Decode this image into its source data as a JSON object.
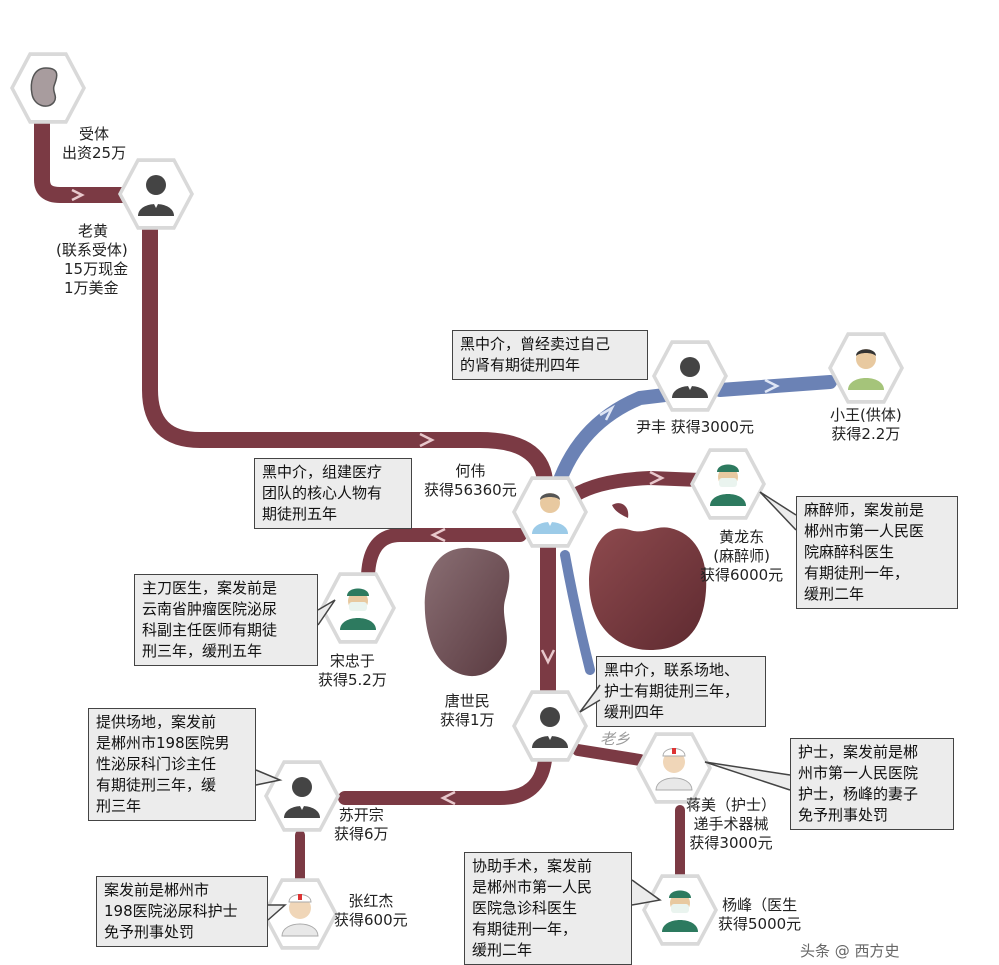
{
  "colors": {
    "organ_path": "#7b3a44",
    "money_path": "#6b82b5",
    "box_bg": "#ececec",
    "border": "#444444"
  },
  "nodes": [
    {
      "id": "kidney-node",
      "icon": "kidney-icon",
      "lines": [
        "受体",
        "出资25万"
      ]
    },
    {
      "id": "lao-huang",
      "icon": "man-silhouette-icon",
      "lines": [
        "老黄",
        "(联系受体)",
        "15万现金",
        "1万美金"
      ]
    },
    {
      "id": "yin-feng",
      "icon": "man-silhouette-icon",
      "lines": [
        "尹丰 获得3000元"
      ]
    },
    {
      "id": "xiao-wang",
      "icon": "man-green-icon",
      "lines": [
        "小王(供体)",
        "获得2.2万"
      ]
    },
    {
      "id": "he-wei",
      "icon": "man-blue-icon",
      "lines": [
        "何伟",
        "获得56360元"
      ]
    },
    {
      "id": "huang-longdong",
      "icon": "surgeon-icon",
      "lines": [
        "黄龙东",
        "(麻醉师)",
        "获得6000元"
      ]
    },
    {
      "id": "song-zhongyu",
      "icon": "surgeon-icon",
      "lines": [
        "宋忠于",
        "获得5.2万"
      ]
    },
    {
      "id": "tang-shimin",
      "icon": "man-silhouette-icon",
      "lines": [
        "唐世民",
        "获得1万"
      ]
    },
    {
      "id": "su-kaizong",
      "icon": "man-silhouette-icon",
      "lines": [
        "苏开宗",
        "获得6万"
      ]
    },
    {
      "id": "nurse-mei",
      "icon": "nurse-icon",
      "lines": [
        "蒋美（护士）",
        "递手术器械",
        "获得3000元"
      ]
    },
    {
      "id": "zhang-hongjie",
      "icon": "nurse-icon",
      "lines": [
        "张红杰",
        "获得600元"
      ]
    },
    {
      "id": "yang-feng",
      "icon": "surgeon-icon",
      "lines": [
        "杨峰（医生",
        "获得5000元"
      ]
    }
  ],
  "notes": {
    "yin_feng": [
      "黑中介，曾经卖过自己",
      "的肾有期徒刑四年"
    ],
    "he_wei": [
      "黑中介，组建医疗",
      "团队的核心人物有",
      "期徒刑五年"
    ],
    "huang_longdong": [
      "麻醉师，案发前是",
      "郴州市第一人民医",
      "院麻醉科医生",
      "有期徒刑一年，",
      "缓刑二年"
    ],
    "song_zhongyu": [
      "主刀医生，案发前是",
      "云南省肿瘤医院泌尿",
      "科副主任医师有期徒",
      "刑三年，缓刑五年"
    ],
    "tang_shimin": [
      "黑中介，联系场地、",
      "护士有期徒刑三年，",
      "缓刑四年"
    ],
    "su_kaizong": [
      "提供场地，案发前",
      "是郴州市198医院男",
      "性泌尿科门诊主任",
      "有期徒刑三年，缓",
      "刑三年"
    ],
    "nurse_mei": [
      "护士，案发前是郴",
      "州市第一人民医院",
      "护士，杨峰的妻子",
      "免予刑事处罚"
    ],
    "zhang_hongjie": [
      "案发前是郴州市",
      "198医院泌尿科护士",
      "免予刑事处罚"
    ],
    "yang_feng": [
      "协助手术，案发前",
      "是郴州市第一人民",
      "医院急诊科医生",
      "有期徒刑一年，",
      "缓刑二年"
    ]
  },
  "watermark": "老乡",
  "footer_watermark": "头条 @ 西方史"
}
